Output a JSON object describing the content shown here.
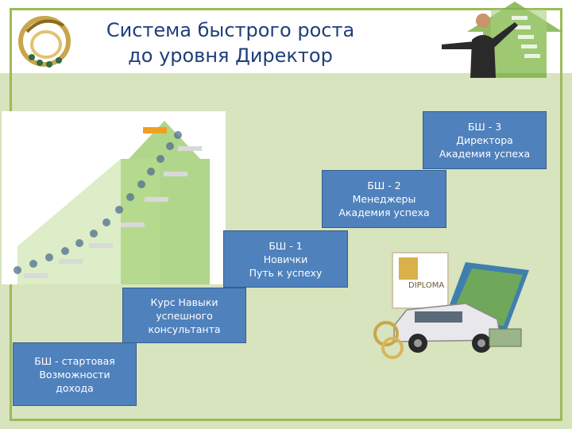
{
  "title": "Система быстрого роста\nдо уровня Директор",
  "steps": [
    {
      "label": "БШ - стартовая\nВозможности\nдохода"
    },
    {
      "label": "Курс  Навыки\nуспешного\nконсультанта"
    },
    {
      "label": "БШ - 1\nНовички\nПуть к успеху"
    },
    {
      "label": "БШ - 2\nМенеджеры\nАкадемия успеха"
    },
    {
      "label": "БШ - 3\nДиректора\nАкадемия успеха"
    }
  ],
  "diploma_text": "DIPLOMA",
  "colors": {
    "step_fill": "#4f81bd",
    "title": "#1f3f7a",
    "background": "#d7e4bd",
    "frame": "#9bbb59"
  }
}
